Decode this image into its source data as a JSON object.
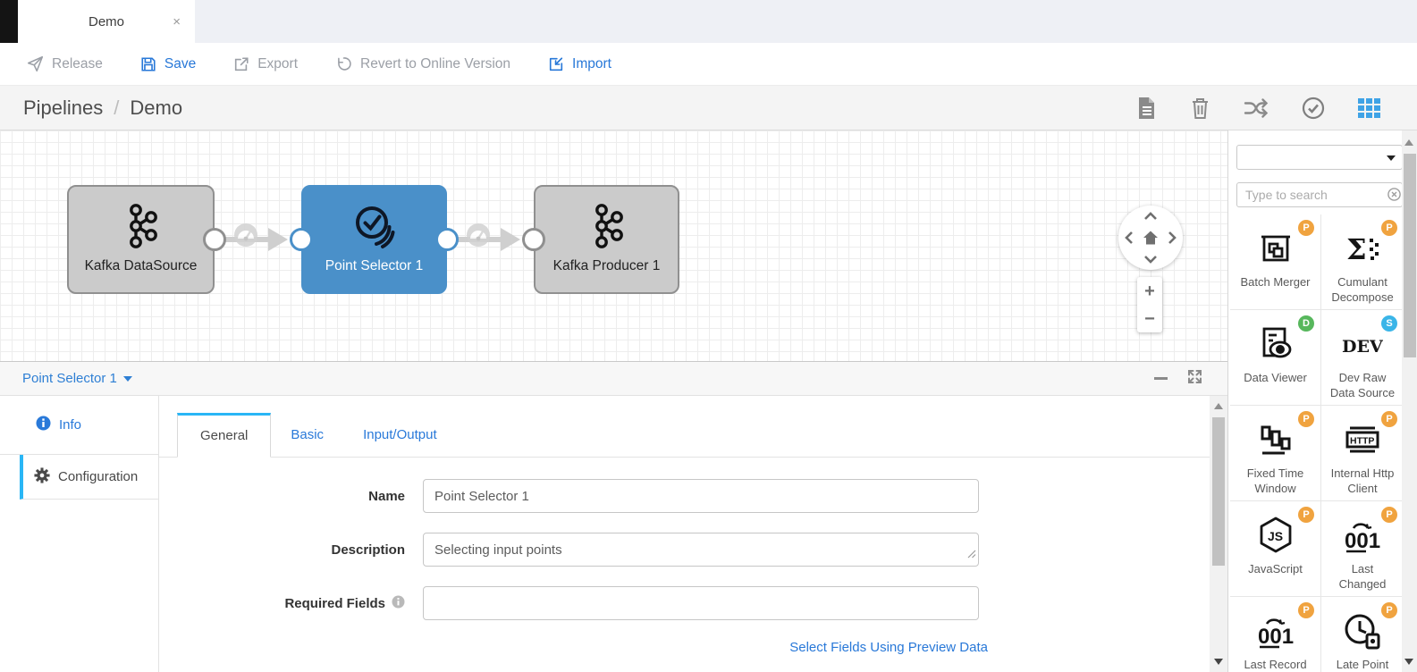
{
  "window": {
    "tab_title": "Demo",
    "close_glyph": "×"
  },
  "toolbar": {
    "release": "Release",
    "save": "Save",
    "export": "Export",
    "revert": "Revert to Online Version",
    "import": "Import"
  },
  "breadcrumb": {
    "root": "Pipelines",
    "separator": "/",
    "current": "Demo"
  },
  "header_action_icons": [
    "file",
    "trash",
    "shuffle",
    "check-circle",
    "grid"
  ],
  "canvas": {
    "nodes": [
      {
        "label": "Kafka DataSource",
        "icon": "kafka",
        "variant": "gray"
      },
      {
        "label": "Point Selector 1",
        "icon": "point-selector",
        "variant": "blue",
        "selected": true
      },
      {
        "label": "Kafka Producer 1",
        "icon": "kafka",
        "variant": "gray"
      }
    ],
    "zoom_in": "+",
    "zoom_out": "−"
  },
  "inspector": {
    "title": "Point Selector 1",
    "nav": [
      {
        "label": "Info"
      },
      {
        "label": "Configuration",
        "active": true
      }
    ],
    "tabs": [
      {
        "label": "General",
        "active": true
      },
      {
        "label": "Basic"
      },
      {
        "label": "Input/Output"
      }
    ],
    "fields": [
      {
        "label": "Name",
        "value": "Point Selector 1"
      },
      {
        "label": "Description",
        "value": "Selecting input points",
        "multiline": true
      },
      {
        "label": "Required Fields",
        "value": "",
        "has_info_icon": true
      }
    ],
    "link": "Select Fields Using Preview Data"
  },
  "palette": {
    "search_placeholder": "Type to search",
    "filter_value": "",
    "items": [
      {
        "label": "Batch Merger",
        "badge": "P",
        "badge_color": "#f0a33f",
        "icon": "batch-merger"
      },
      {
        "label": "Cumulant\nDecompose",
        "badge": "P",
        "badge_color": "#f0a33f",
        "icon": "cumulant-decompose"
      },
      {
        "label": "Data Viewer",
        "badge": "D",
        "badge_color": "#57b75c",
        "icon": "data-viewer"
      },
      {
        "label": "Dev Raw\nData Source",
        "badge": "S",
        "badge_color": "#3ab5e8",
        "icon": "dev-raw-data-source"
      },
      {
        "label": "Fixed Time\nWindow",
        "badge": "P",
        "badge_color": "#f0a33f",
        "icon": "fixed-time-window"
      },
      {
        "label": "Internal Http\nClient",
        "badge": "P",
        "badge_color": "#f0a33f",
        "icon": "http-client"
      },
      {
        "label": "JavaScript",
        "badge": "P",
        "badge_color": "#f0a33f",
        "icon": "javascript"
      },
      {
        "label": "Last\nChanged",
        "badge": "P",
        "badge_color": "#f0a33f",
        "icon": "last-changed"
      },
      {
        "label": "Last Record",
        "badge": "P",
        "badge_color": "#f0a33f",
        "icon": "last-record"
      },
      {
        "label": "Late Point",
        "badge": "P",
        "badge_color": "#f0a33f",
        "icon": "late-point"
      }
    ]
  },
  "colors": {
    "accent_blue": "#2878d8",
    "highlight_blue": "#29b6f6",
    "node_blue": "#4a90c9",
    "grid_icon_blue": "#3fa3e6",
    "badge_orange": "#f0a33f",
    "badge_green": "#57b75c",
    "badge_cyan": "#3ab5e8"
  }
}
